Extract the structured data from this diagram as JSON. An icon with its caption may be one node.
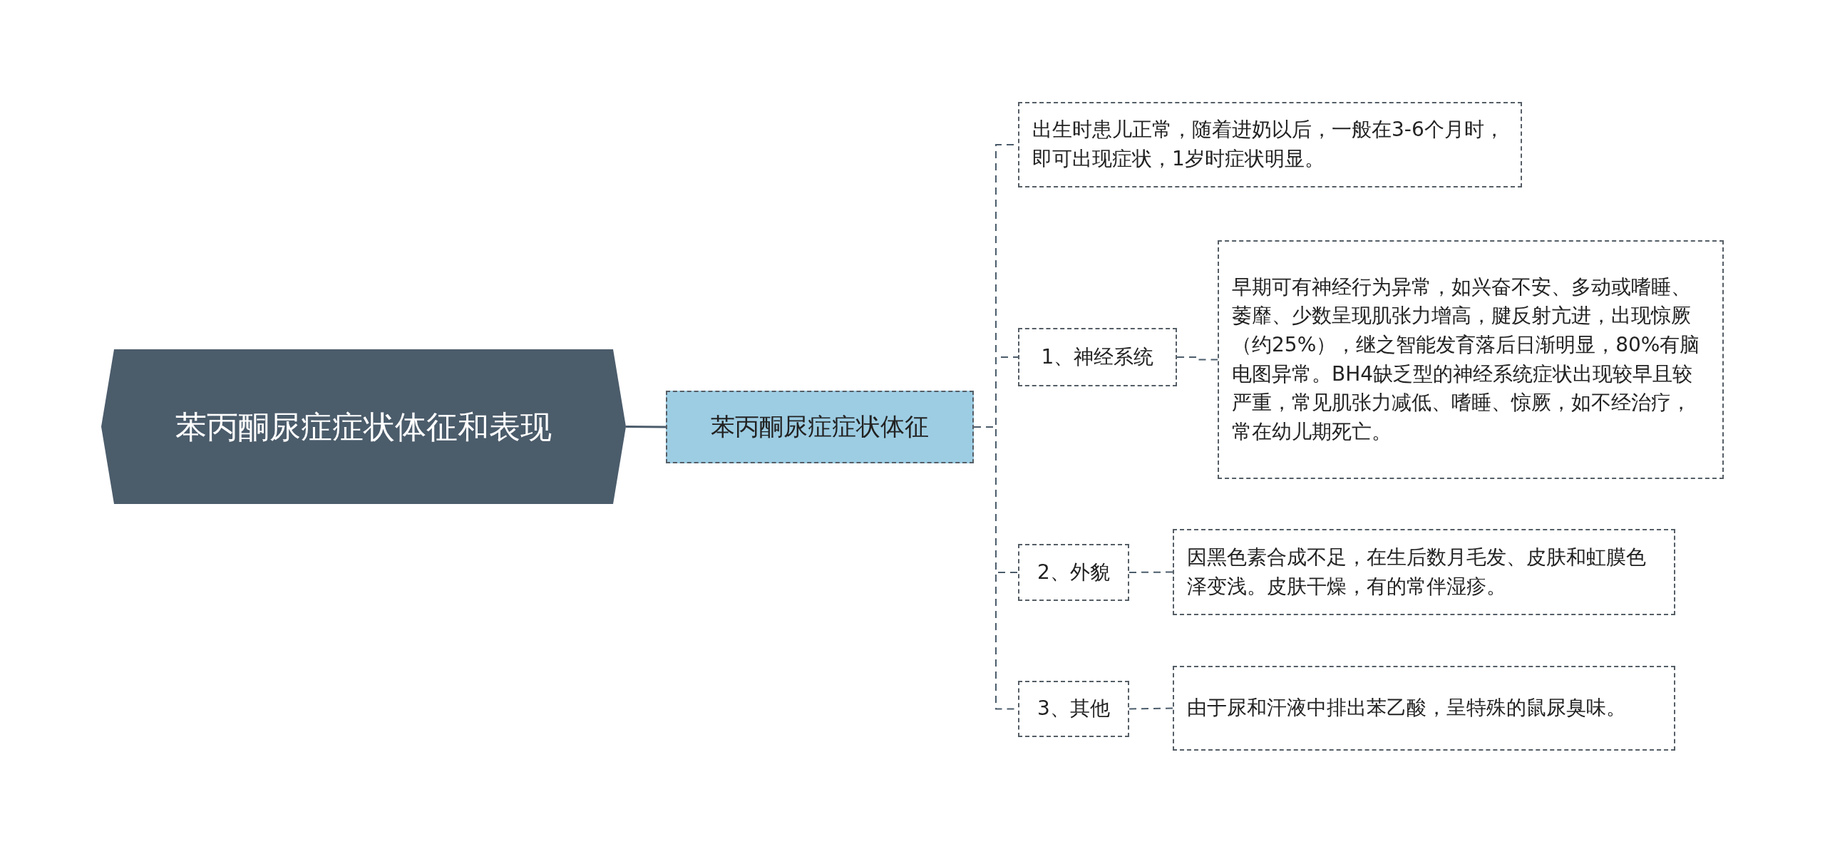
{
  "diagram": {
    "nodes": [
      {
        "text": [
          "苯丙酮尿症症状体征和表现"
        ]
      },
      {
        "text": [
          "苯丙酮尿症症状体征"
        ]
      },
      {
        "text": [
          "出生时患儿正常，随着进奶以后，一般在3-6个月时，即可出现症状，1岁时症状明显。"
        ]
      },
      {
        "text": [
          "1、神经系统"
        ]
      },
      {
        "text": [
          "早期可有神经行为异常，如兴奋不安、多动或嗜睡、萎靡、少数呈现肌张力增高，腱反射亢进，出现惊厥（约25%），继之智能发育落后日渐明显，80%有脑电图异常。BH4缺乏型的神经系统症状出现较早且较严重，常见肌张力减低、嗜睡、惊厥，如不经治疗，常在幼儿期死亡。"
        ]
      },
      {
        "text": [
          "2、外貌"
        ]
      },
      {
        "text": [
          "因黑色素合成不足，在生后数月毛发、皮肤和虹膜色泽变浅。皮肤干燥，有的常伴湿疹。"
        ]
      },
      {
        "text": [
          "3、其他"
        ]
      },
      {
        "text": [
          "由于尿和汗液中排出苯乙酸，呈特殊的鼠尿臭味。"
        ]
      }
    ],
    "edges": [
      {
        "from": 0,
        "to": 1,
        "arrow": "none"
      },
      {
        "from": 1,
        "to": 2,
        "arrow": "none",
        "style": "dashed"
      },
      {
        "from": 1,
        "to": 3,
        "arrow": "none",
        "style": "dashed"
      },
      {
        "from": 1,
        "to": 5,
        "arrow": "none",
        "style": "dashed"
      },
      {
        "from": 1,
        "to": 7,
        "arrow": "none",
        "style": "dashed"
      },
      {
        "from": 3,
        "to": 4,
        "arrow": "none",
        "style": "dashed"
      },
      {
        "from": 5,
        "to": 6,
        "arrow": "none",
        "style": "dashed"
      },
      {
        "from": 7,
        "to": 8,
        "arrow": "none",
        "style": "dashed"
      }
    ]
  }
}
